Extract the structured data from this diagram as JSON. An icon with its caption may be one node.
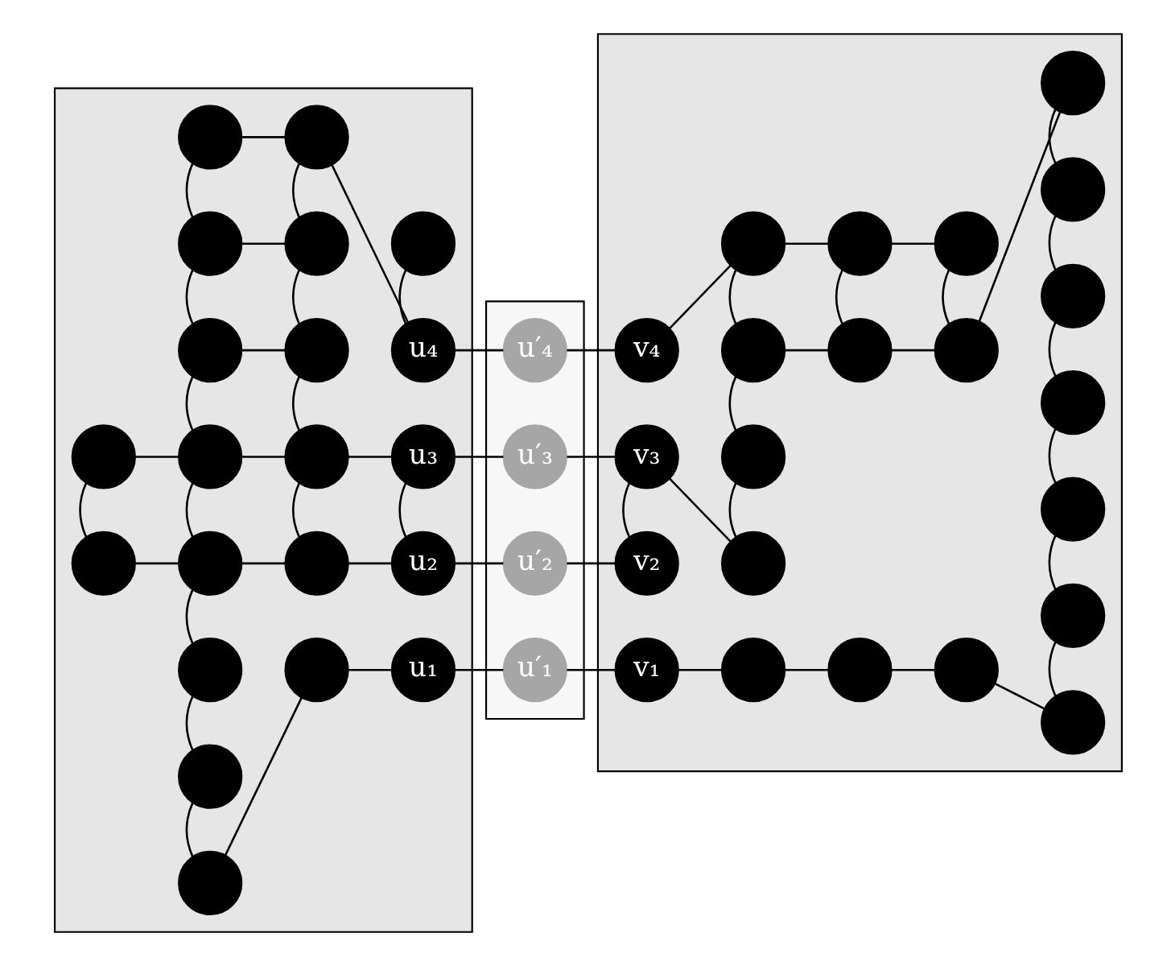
{
  "diagram": {
    "nodes": [
      {
        "text": [],
        "shape": "box"
      },
      {
        "text": [],
        "shape": "box"
      },
      {
        "text": [],
        "shape": "box"
      },
      {
        "text": [],
        "shape": "circle",
        "in": 0
      },
      {
        "text": [],
        "shape": "circle",
        "in": 0
      },
      {
        "text": [],
        "shape": "circle",
        "in": 0
      },
      {
        "text": [
          "u₄"
        ],
        "in": 0
      },
      {
        "text": [
          "u′₄"
        ],
        "in": 1
      },
      {
        "text": [
          "v₄"
        ],
        "in": 2
      },
      {
        "text": [],
        "shape": "circle",
        "in": 2
      },
      {
        "text": [],
        "shape": "circle",
        "in": 2
      },
      {
        "text": [],
        "shape": "circle",
        "in": 2
      },
      {
        "text": [],
        "shape": "circle",
        "in": 0
      },
      {
        "text": [],
        "shape": "circle",
        "in": 0
      },
      {
        "text": [],
        "shape": "circle",
        "in": 2
      },
      {
        "text": [],
        "shape": "circle",
        "in": 2
      },
      {
        "text": [],
        "shape": "circle",
        "in": 2
      },
      {
        "text": [],
        "shape": "circle",
        "in": 2
      },
      {
        "text": [],
        "shape": "circle",
        "in": 0
      },
      {
        "text": [],
        "shape": "circle",
        "in": 0
      },
      {
        "text": [],
        "shape": "circle",
        "in": 2
      },
      {
        "text": [],
        "shape": "circle",
        "in": 2
      },
      {
        "text": [],
        "shape": "circle",
        "in": 0
      },
      {
        "text": [],
        "shape": "circle",
        "in": 0
      },
      {
        "text": [],
        "shape": "circle",
        "in": 0
      },
      {
        "text": [
          "u₃"
        ],
        "in": 0
      },
      {
        "text": [
          "u′₃"
        ],
        "in": 1
      },
      {
        "text": [
          "v₃"
        ],
        "in": 2
      },
      {
        "text": [],
        "shape": "circle",
        "in": 2
      },
      {
        "text": [],
        "shape": "circle",
        "in": 2
      },
      {
        "text": [],
        "shape": "circle",
        "in": 0
      },
      {
        "text": [],
        "shape": "circle",
        "in": 0
      },
      {
        "text": [],
        "shape": "circle",
        "in": 0
      },
      {
        "text": [
          "u₂"
        ],
        "in": 0
      },
      {
        "text": [
          "u′₂"
        ],
        "in": 1
      },
      {
        "text": [
          "v₂"
        ],
        "in": 2
      },
      {
        "text": [],
        "shape": "circle",
        "in": 2
      },
      {
        "text": [],
        "shape": "circle",
        "in": 0
      },
      {
        "text": [],
        "shape": "circle",
        "in": 2
      },
      {
        "text": [],
        "shape": "circle",
        "in": 0
      },
      {
        "text": [],
        "shape": "circle",
        "in": 2
      },
      {
        "text": [],
        "shape": "circle",
        "in": 0
      },
      {
        "text": [],
        "shape": "circle",
        "in": 0
      },
      {
        "text": [
          "u₁"
        ],
        "in": 0
      },
      {
        "text": [
          "u′₁"
        ],
        "in": 1
      },
      {
        "text": [
          "v₁"
        ],
        "in": 2
      },
      {
        "text": [],
        "shape": "circle",
        "in": 2
      },
      {
        "text": [],
        "shape": "circle",
        "in": 2
      },
      {
        "text": [],
        "shape": "circle",
        "in": 2
      },
      {
        "text": [],
        "shape": "circle",
        "in": 2
      }
    ],
    "edges": [
      {
        "from": 3,
        "to": 6,
        "arrow": "none"
      },
      {
        "from": 4,
        "to": 5,
        "arrow": "none"
      },
      {
        "from": 5,
        "to": 6,
        "arrow": "none"
      },
      {
        "from": 6,
        "to": 7,
        "arrow": "none"
      },
      {
        "from": 7,
        "to": 8,
        "arrow": "none"
      },
      {
        "from": 8,
        "to": 9,
        "arrow": "none"
      },
      {
        "from": 9,
        "to": 10,
        "arrow": "none"
      },
      {
        "from": 10,
        "to": 11,
        "arrow": "none"
      },
      {
        "from": 4,
        "to": 12,
        "arrow": "none"
      },
      {
        "from": 5,
        "to": 13,
        "arrow": "none"
      },
      {
        "from": 9,
        "to": 14,
        "arrow": "none"
      },
      {
        "from": 10,
        "to": 15,
        "arrow": "none"
      },
      {
        "from": 11,
        "to": 16,
        "arrow": "none"
      },
      {
        "from": 12,
        "to": 13,
        "arrow": "none"
      },
      {
        "from": 14,
        "to": 15,
        "arrow": "none"
      },
      {
        "from": 15,
        "to": 16,
        "arrow": "none"
      },
      {
        "from": 16,
        "to": 17,
        "arrow": "none"
      },
      {
        "from": 12,
        "to": 18,
        "arrow": "none"
      },
      {
        "from": 13,
        "to": 19,
        "arrow": "none"
      },
      {
        "from": 18,
        "to": 19,
        "arrow": "none"
      },
      {
        "from": 14,
        "to": 20,
        "arrow": "none"
      },
      {
        "from": 20,
        "to": 28,
        "arrow": "none"
      },
      {
        "from": 17,
        "to": 21,
        "arrow": "none"
      },
      {
        "from": 21,
        "to": 29,
        "arrow": "none"
      },
      {
        "from": 18,
        "to": 23,
        "arrow": "none"
      },
      {
        "from": 19,
        "to": 24,
        "arrow": "none"
      },
      {
        "from": 22,
        "to": 23,
        "arrow": "none"
      },
      {
        "from": 23,
        "to": 24,
        "arrow": "none"
      },
      {
        "from": 24,
        "to": 25,
        "arrow": "none"
      },
      {
        "from": 25,
        "to": 26,
        "arrow": "none"
      },
      {
        "from": 26,
        "to": 27,
        "arrow": "none"
      },
      {
        "from": 27,
        "to": 28,
        "arrow": "none"
      },
      {
        "from": 22,
        "to": 30,
        "arrow": "none"
      },
      {
        "from": 23,
        "to": 31,
        "arrow": "none"
      },
      {
        "from": 24,
        "to": 32,
        "arrow": "none"
      },
      {
        "from": 25,
        "to": 33,
        "arrow": "none"
      },
      {
        "from": 27,
        "to": 35,
        "arrow": "none"
      },
      {
        "from": 30,
        "to": 31,
        "arrow": "none"
      },
      {
        "from": 31,
        "to": 32,
        "arrow": "none"
      },
      {
        "from": 32,
        "to": 33,
        "arrow": "none"
      },
      {
        "from": 33,
        "to": 34,
        "arrow": "none"
      },
      {
        "from": 34,
        "to": 35,
        "arrow": "none"
      },
      {
        "from": 29,
        "to": 36,
        "arrow": "none"
      },
      {
        "from": 36,
        "to": 38,
        "arrow": "none"
      },
      {
        "from": 38,
        "to": 40,
        "arrow": "none"
      },
      {
        "from": 40,
        "to": 49,
        "arrow": "none"
      },
      {
        "from": 31,
        "to": 37,
        "arrow": "none"
      },
      {
        "from": 37,
        "to": 39,
        "arrow": "none"
      },
      {
        "from": 39,
        "to": 41,
        "arrow": "none"
      },
      {
        "from": 41,
        "to": 42,
        "arrow": "none"
      },
      {
        "from": 42,
        "to": 43,
        "arrow": "none"
      },
      {
        "from": 43,
        "to": 44,
        "arrow": "none"
      },
      {
        "from": 44,
        "to": 45,
        "arrow": "none"
      },
      {
        "from": 45,
        "to": 46,
        "arrow": "none"
      },
      {
        "from": 46,
        "to": 47,
        "arrow": "none"
      },
      {
        "from": 47,
        "to": 48,
        "arrow": "none"
      },
      {
        "from": 48,
        "to": 49,
        "arrow": "none"
      }
    ]
  }
}
